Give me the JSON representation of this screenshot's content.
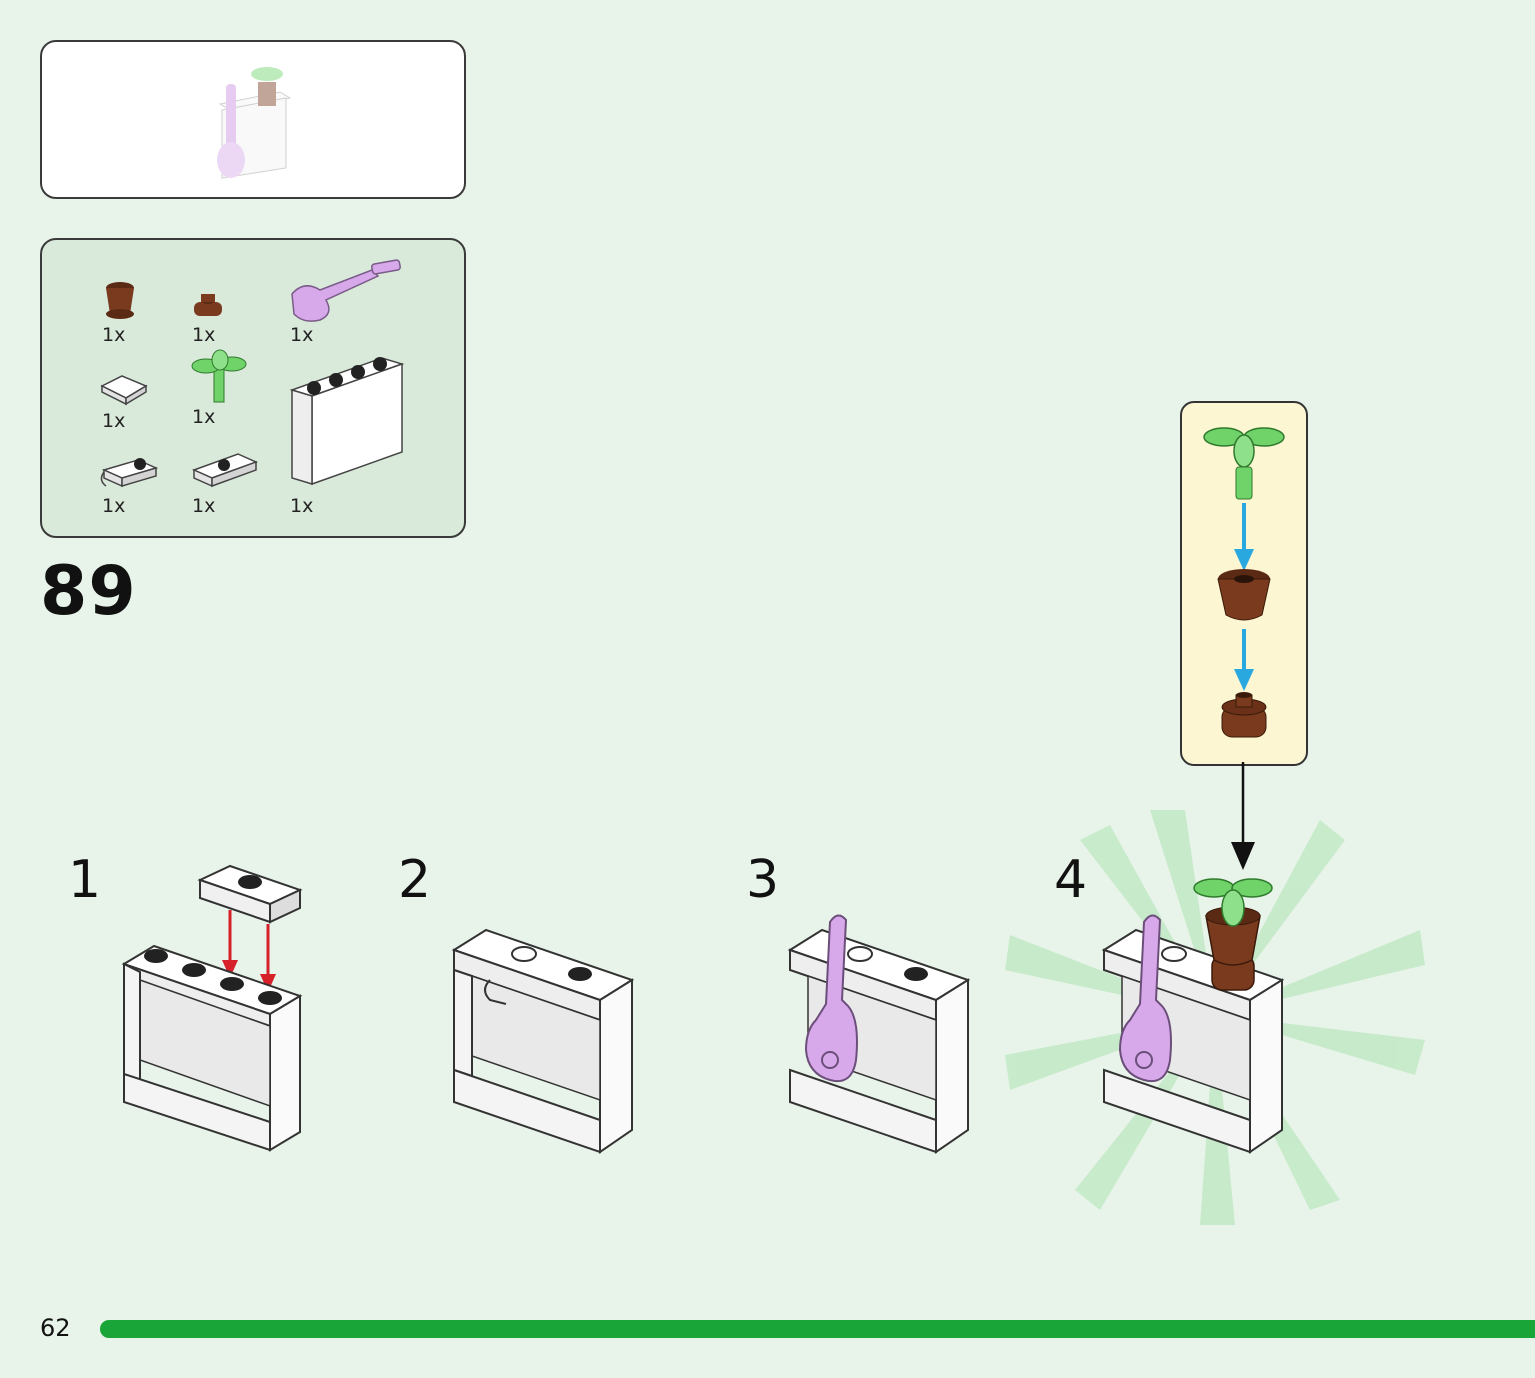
{
  "page": {
    "step_number": "89",
    "page_number": "62",
    "progress_bar_color": "#19a538",
    "progress_fraction": 1.0
  },
  "parts_list": {
    "items": [
      {
        "part": "reddish-brown-pot",
        "qty": "1x"
      },
      {
        "part": "reddish-brown-round-plate",
        "qty": "1x"
      },
      {
        "part": "lavender-guitar",
        "qty": "1x"
      },
      {
        "part": "white-tile-1x1",
        "qty": "1x"
      },
      {
        "part": "bright-green-plant-stem",
        "qty": "1x"
      },
      {
        "part": "white-panel-1x4x3",
        "qty": "1x"
      },
      {
        "part": "white-clip-plate",
        "qty": "1x"
      },
      {
        "part": "white-jumper-plate",
        "qty": "1x"
      }
    ],
    "panel_qty": "1x"
  },
  "substeps": {
    "s1": "1",
    "s2": "2",
    "s3": "3",
    "s4": "4"
  },
  "colors": {
    "background": "#e8f4e9",
    "parts_background": "#d9e9da",
    "callout_background": "#fcf6d2",
    "arrow_red": "#d6202a",
    "arrow_blue": "#29a8e0",
    "brown": "#7a3a1e",
    "lavender": "#d7a9ea",
    "green": "#6fd36a"
  },
  "icons": [
    "pot-icon",
    "round-plate-icon",
    "guitar-icon",
    "tile-icon",
    "plant-icon",
    "panel-icon",
    "clip-plate-icon",
    "jumper-plate-icon"
  ]
}
